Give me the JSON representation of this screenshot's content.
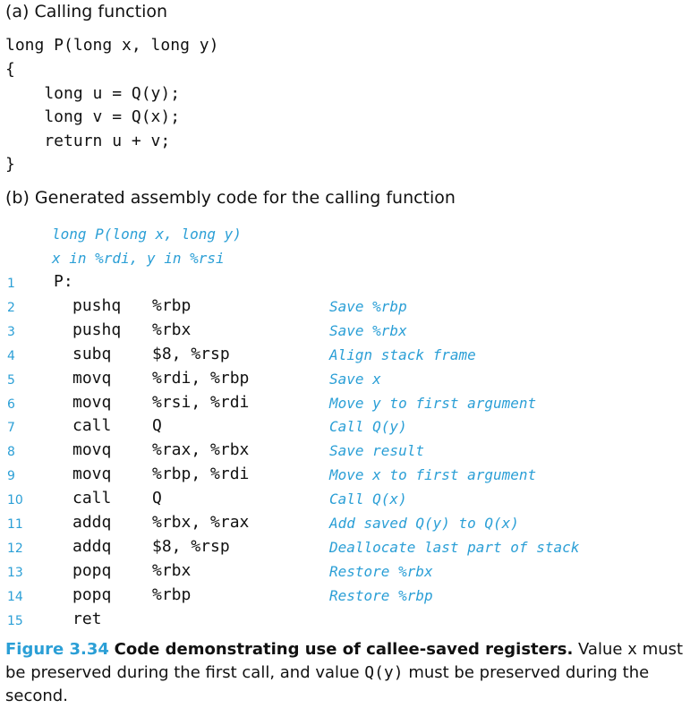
{
  "section_a": {
    "title": "(a) Calling function",
    "code": [
      "long P(long x, long y)",
      "{",
      "    long u = Q(y);",
      "    long v = Q(x);",
      "    return u + v;",
      "}"
    ]
  },
  "section_b": {
    "title": "(b) Generated assembly code for the calling function",
    "header_comments": [
      "long P(long x, long y)",
      "x in %rdi, y in %rsi"
    ],
    "lines": [
      {
        "n": "1",
        "label": "P:",
        "op": "",
        "args": "",
        "comment": ""
      },
      {
        "n": "2",
        "label": "",
        "op": "pushq",
        "args": "%rbp",
        "comment": "Save %rbp"
      },
      {
        "n": "3",
        "label": "",
        "op": "pushq",
        "args": "%rbx",
        "comment": "Save %rbx"
      },
      {
        "n": "4",
        "label": "",
        "op": "subq",
        "args": "$8, %rsp",
        "comment": "Align stack frame"
      },
      {
        "n": "5",
        "label": "",
        "op": "movq",
        "args": "%rdi, %rbp",
        "comment": "Save x"
      },
      {
        "n": "6",
        "label": "",
        "op": "movq",
        "args": "%rsi, %rdi",
        "comment": "Move y to first argument"
      },
      {
        "n": "7",
        "label": "",
        "op": "call",
        "args": "Q",
        "comment": "Call Q(y)"
      },
      {
        "n": "8",
        "label": "",
        "op": "movq",
        "args": "%rax, %rbx",
        "comment": "Save result"
      },
      {
        "n": "9",
        "label": "",
        "op": "movq",
        "args": "%rbp, %rdi",
        "comment": "Move x to first argument"
      },
      {
        "n": "10",
        "label": "",
        "op": "call",
        "args": "Q",
        "comment": "Call Q(x)"
      },
      {
        "n": "11",
        "label": "",
        "op": "addq",
        "args": "%rbx, %rax",
        "comment": "Add saved Q(y) to Q(x)"
      },
      {
        "n": "12",
        "label": "",
        "op": "addq",
        "args": "$8, %rsp",
        "comment": "Deallocate last part of stack"
      },
      {
        "n": "13",
        "label": "",
        "op": "popq",
        "args": "%rbx",
        "comment": "Restore %rbx"
      },
      {
        "n": "14",
        "label": "",
        "op": "popq",
        "args": "%rbp",
        "comment": "Restore %rbp"
      },
      {
        "n": "15",
        "label": "",
        "op": "ret",
        "args": "",
        "comment": ""
      }
    ]
  },
  "caption": {
    "figure_number": "Figure 3.34",
    "title": "Code demonstrating use of callee-saved registers.",
    "text_1": " Value ",
    "code_1": "x",
    "text_2": " must be preserved during the first call, and value ",
    "code_2": "Q(y)",
    "text_3": " must be preserved during the second."
  },
  "colors": {
    "accent": "#2b9fd6",
    "text": "#111111"
  }
}
